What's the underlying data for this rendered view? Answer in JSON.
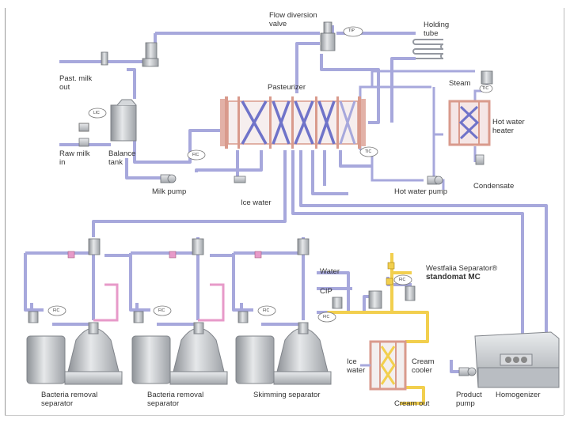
{
  "labels": {
    "flow_diversion_valve": "Flow diversion\nvalve",
    "holding_tube": "Holding\ntube",
    "past_milk_out": "Past. milk\nout",
    "pasteurizer": "Pasteurizer",
    "steam": "Steam",
    "hot_water_heater": "Hot water\nheater",
    "raw_milk_in": "Raw milk\nin",
    "balance_tank": "Balance\ntank",
    "milk_pump": "Milk pump",
    "ice_water_top": "Ice water",
    "hot_water_pump": "Hot water pump",
    "condensate": "Condensate",
    "westfalia_line1": "Westfalia Separator®",
    "westfalia_line2": "standomat MC",
    "water": "Water",
    "cip": "CIP",
    "ice_water_bottom": "Ice\nwater",
    "cream_cooler": "Cream\ncooler",
    "cream_out": "Cream out",
    "bacteria_removal_1": "Bacteria removal\nseparator",
    "bacteria_removal_2": "Bacteria removal\nseparator",
    "skimming_separator": "Skimming separator",
    "product_pump": "Product\npump",
    "homogenizer": "Homogenizer"
  },
  "instruments": {
    "tip": "TIP",
    "lic": "LIC",
    "fic_pump": "FIC",
    "tic_past": "TIC",
    "tic_heater": "TIC",
    "fic_1": "FIC",
    "fic_2": "FIC",
    "fic_3": "FIC",
    "fic_4": "FIC",
    "fic_5": "FIC"
  },
  "colors": {
    "milk_line": "#a7a8dc",
    "hot_water_line": "#d9a89e",
    "pink_line": "#e79ac9",
    "cream_line": "#f2cf4e",
    "equipment": "#c9ccd0"
  }
}
